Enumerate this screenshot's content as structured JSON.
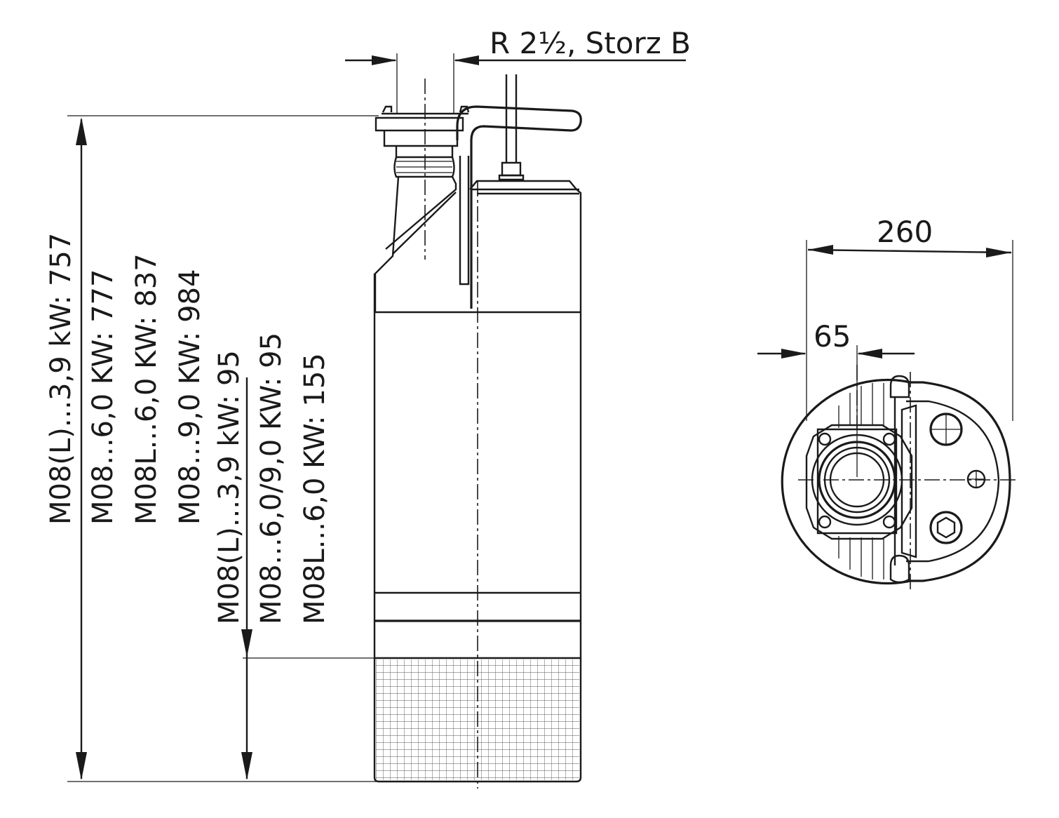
{
  "connection_label": "R 2½, Storz B",
  "side_view": {
    "height_labels": [
      "M08(L)...3,9 kW: 757",
      "M08...6,0 KW: 777",
      "M08L...6,0 KW: 837",
      "M08...9,0 KW: 984"
    ],
    "inlet_labels": [
      "M08(L)...3,9 kW: 95",
      "M08...6,0/9,0 KW: 95",
      "M08L...6,0 KW: 155"
    ]
  },
  "top_view": {
    "width_label": "260",
    "offset_label": "65"
  }
}
